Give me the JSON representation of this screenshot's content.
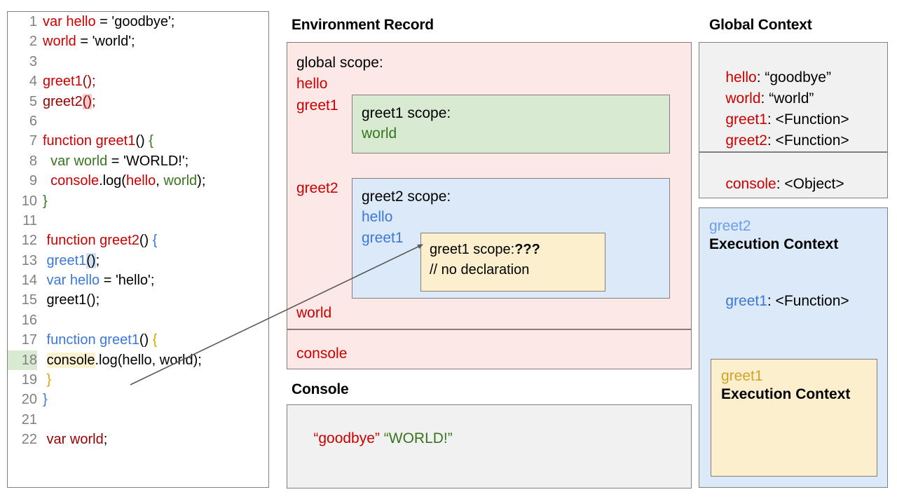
{
  "code_panel": {
    "lines": [
      {
        "n": "1",
        "tokens": [
          {
            "t": "var hello",
            "c": "c-red"
          },
          {
            "t": " = 'goodbye';",
            "c": "c-black"
          }
        ]
      },
      {
        "n": "2",
        "tokens": [
          {
            "t": "world",
            "c": "c-red"
          },
          {
            "t": " = 'world';",
            "c": "c-black"
          }
        ]
      },
      {
        "n": "3",
        "tokens": []
      },
      {
        "n": "4",
        "tokens": [
          {
            "t": "greet1",
            "c": "c-red"
          },
          {
            "t": "();",
            "c": "c-darkred"
          }
        ]
      },
      {
        "n": "5",
        "tokens": [
          {
            "t": "greet2",
            "c": "c-darkred"
          },
          {
            "t": "()",
            "c": "c-darkred hl-pink"
          },
          {
            "t": ";",
            "c": "c-darkred"
          }
        ]
      },
      {
        "n": "6",
        "tokens": []
      },
      {
        "n": "7",
        "tokens": [
          {
            "t": "function greet1",
            "c": "c-red"
          },
          {
            "t": "() ",
            "c": "c-black"
          },
          {
            "t": "{",
            "c": "c-green"
          }
        ]
      },
      {
        "n": "8",
        "tokens": [
          {
            "t": "  var world",
            "c": "c-green"
          },
          {
            "t": " = 'WORLD!';",
            "c": "c-black"
          }
        ]
      },
      {
        "n": "9",
        "tokens": [
          {
            "t": "  ",
            "c": "c-black"
          },
          {
            "t": "console",
            "c": "c-red"
          },
          {
            "t": ".log(",
            "c": "c-black"
          },
          {
            "t": "hello",
            "c": "c-red"
          },
          {
            "t": ", ",
            "c": "c-black"
          },
          {
            "t": "world",
            "c": "c-green"
          },
          {
            "t": ");",
            "c": "c-black"
          }
        ]
      },
      {
        "n": "10",
        "tokens": [
          {
            "t": "}",
            "c": "c-green"
          }
        ]
      },
      {
        "n": "11",
        "tokens": []
      },
      {
        "n": "12",
        "tokens": [
          {
            "t": " function greet2",
            "c": "c-red"
          },
          {
            "t": "() ",
            "c": "c-black"
          },
          {
            "t": "{",
            "c": "c-blue"
          }
        ]
      },
      {
        "n": "13",
        "tokens": [
          {
            "t": " greet1",
            "c": "c-blue"
          },
          {
            "t": "()",
            "c": "c-black hl-blue"
          },
          {
            "t": ";",
            "c": "c-black"
          }
        ]
      },
      {
        "n": "14",
        "tokens": [
          {
            "t": " var hello",
            "c": "c-blue"
          },
          {
            "t": " = 'hello';",
            "c": "c-black"
          }
        ]
      },
      {
        "n": "15",
        "tokens": [
          {
            "t": " greet1();",
            "c": "c-black"
          }
        ]
      },
      {
        "n": "16",
        "tokens": []
      },
      {
        "n": "17",
        "tokens": [
          {
            "t": " function greet1",
            "c": "c-blue"
          },
          {
            "t": "() ",
            "c": "c-black"
          },
          {
            "t": "{",
            "c": "c-gold"
          }
        ]
      },
      {
        "n": "18",
        "tokens": [
          {
            "t": " ",
            "c": "c-black"
          },
          {
            "t": "console",
            "c": "c-black hl-cream"
          },
          {
            "t": ".log(hello, world);",
            "c": "c-black"
          }
        ],
        "line_highlight": "green"
      },
      {
        "n": "19",
        "tokens": [
          {
            "t": " }",
            "c": "c-gold"
          }
        ]
      },
      {
        "n": "20",
        "tokens": [
          {
            "t": "}",
            "c": "c-blue"
          }
        ]
      },
      {
        "n": "21",
        "tokens": []
      },
      {
        "n": "22",
        "tokens": [
          {
            "t": " var world",
            "c": "c-darkred"
          },
          {
            "t": ";",
            "c": "c-black"
          }
        ]
      }
    ]
  },
  "environment_record": {
    "title": "Environment Record",
    "global_scope_label": "global scope:",
    "vars": [
      "hello",
      "greet1",
      "greet2",
      "world"
    ],
    "bottom_var": "console",
    "greet1_scope": {
      "head": "greet1 scope:",
      "vars": [
        "world"
      ]
    },
    "greet2_scope": {
      "head": "greet2 scope:",
      "vars": [
        "hello",
        "greet1"
      ]
    },
    "inner_greet1_scope": {
      "head": "greet1 scope:",
      "unknown": "???",
      "comment": "// no declaration"
    }
  },
  "console": {
    "title": "Console",
    "output_1": "“goodbye”",
    "output_2": "“WORLD!”"
  },
  "global_context": {
    "title": "Global Context",
    "rows": [
      {
        "key": "hello",
        "value": ": “goodbye”"
      },
      {
        "key": "world",
        "value": ": “world”"
      },
      {
        "key": "greet1",
        "value": ": <Function>"
      },
      {
        "key": "greet2",
        "value": ": <Function>"
      }
    ],
    "bottom_row": {
      "key": "console",
      "value": ": <Object>"
    }
  },
  "greet2_execution_context": {
    "name": "greet2",
    "label": "Execution Context",
    "var_key": "greet1",
    "var_value": ": <Function>",
    "inner": {
      "name": "greet1",
      "label": "Execution Context"
    }
  },
  "colors": {
    "red": "#cc0000",
    "dark_red": "#990000",
    "green": "#38761d",
    "blue": "#3c78d8",
    "gold": "#e0a800",
    "env_bg": "#fce8e6",
    "green_bg": "#d9ead3",
    "blue_bg": "#dce9f9",
    "yellow_bg": "#fcefcd",
    "gray_bg": "#f1f1f1"
  }
}
